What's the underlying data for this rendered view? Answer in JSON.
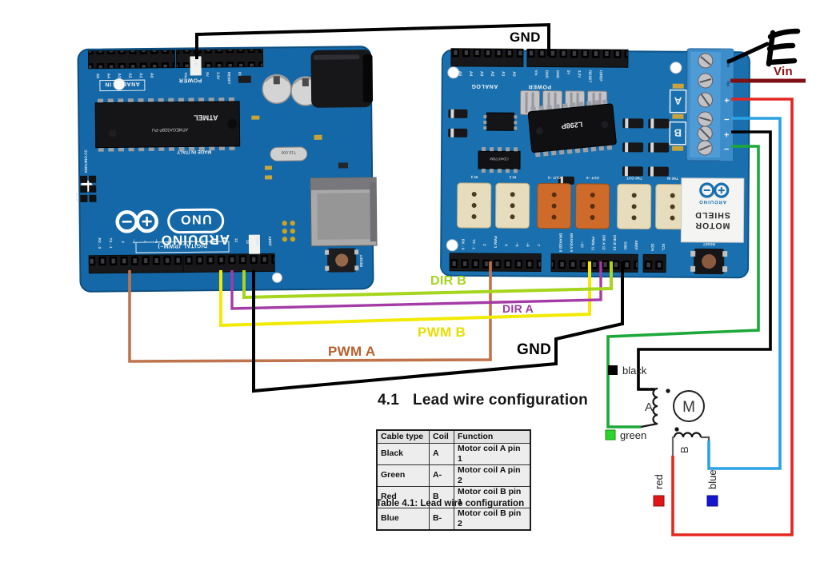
{
  "wire_labels": {
    "gnd_top": {
      "text": "GND",
      "color": "#000000"
    },
    "vin": {
      "text": "Vin",
      "color": "#8a1013"
    },
    "dir_b": {
      "text": "DIR B",
      "color": "#a6d41f"
    },
    "dir_a": {
      "text": "DIR A",
      "color": "#9c3aa0"
    },
    "pwm_b": {
      "text": "PWM B",
      "color": "#e8dd00"
    },
    "pwm_a": {
      "text": "PWM A",
      "color": "#b7602f"
    },
    "gnd_bottom": {
      "text": "GND",
      "color": "#000000"
    }
  },
  "wire_colors": {
    "black": "#000000",
    "vin": "#7d1014",
    "red": "#e52621",
    "blue": "#2aa2e4",
    "green": "#1ca83a",
    "brown": "#c0744e",
    "yellow": "#f2ea00",
    "purple": "#a43ba6",
    "chartreuse": "#a5d51d"
  },
  "uno": {
    "analog_labels": [
      "A5",
      "A4",
      "A3",
      "A2",
      "A1",
      "A0"
    ],
    "analog_section": "ANALOG IN",
    "power_section": "POWER",
    "power_labels": [
      "Vin",
      "GND",
      "5V",
      "3.3V",
      "RESET",
      "IOREF"
    ],
    "digital_labels": [
      "RX←0",
      "TX→1",
      "2",
      "~3",
      "4",
      "~5",
      "~6",
      "7",
      "8",
      "~9",
      "~10",
      "~11",
      "12",
      "13"
    ],
    "gnd_pin_top": "GND",
    "gnd_pin_bottom": "GND",
    "aref_label": "AREF",
    "digital_section": "DIGITAL (PWM~)",
    "brand": "ARDUINO",
    "model": "UNO",
    "chip_brand": "ATMEL",
    "chip_model": "ATMEGA328P-PU",
    "site": "ARDUINO.CC",
    "made_in": "MADE IN ITALY",
    "icsp": "ICSP",
    "crystal": "T16.000",
    "reset_label": "RESET"
  },
  "shield": {
    "analog_labels": [
      "A5",
      "A4",
      "A3",
      "A2",
      "A1",
      "A0"
    ],
    "analog_section": "ANALOG",
    "power_section": "POWER",
    "power_labels": [
      "Vin",
      "GND",
      "GND",
      "5V",
      "3.3V",
      "RESET",
      "IOREF"
    ],
    "digital_labels": [
      "RX←0",
      "TX→1",
      "2",
      "PWM 3",
      "4",
      "~5",
      "~6",
      "7",
      "BRAKEB 8",
      "BRAKEA 9",
      "~10",
      "PWM 11",
      "DIR A 12",
      "DIR B 13",
      "GND",
      "AREF",
      "SDA",
      "SCL"
    ],
    "connector_labels": [
      "IN 3",
      "IN 2",
      "OUT ~5",
      "OUT ~6",
      "TWI OUT",
      "TWI IN"
    ],
    "terminal_labels": [
      "GND",
      "Vin",
      "+",
      "−",
      "+",
      "−"
    ],
    "channel_a": "A",
    "channel_b": "B",
    "chip": "L298P",
    "chip2": "CD4077BM",
    "title_line1": "MOTOR",
    "title_line2": "SHIELD",
    "brand": "ARDUINO",
    "reset_label": "RESET"
  },
  "motor": {
    "m": "M",
    "coil_a": "A",
    "coil_b": "B",
    "legend_black": "black",
    "legend_green": "green",
    "legend_red": "red",
    "legend_blue": "blue",
    "colors": {
      "black": "#000000",
      "green": "#2bd32b",
      "red": "#e01616",
      "blue": "#1515cf"
    }
  },
  "section_heading": {
    "number": "4.1",
    "title": "Lead wire configuration"
  },
  "table": {
    "headers": [
      "Cable type",
      "Coil",
      "Function"
    ],
    "rows": [
      {
        "cable": "Black",
        "coil": "A",
        "function": "Motor coil A pin 1"
      },
      {
        "cable": "Green",
        "coil": "A-",
        "function": "Motor coil A pin 2"
      },
      {
        "cable": "Red",
        "coil": "B",
        "function": "Motor coil B pin 1"
      },
      {
        "cable": "Blue",
        "coil": "B-",
        "function": "Motor coil B pin 2"
      }
    ],
    "caption": "Table 4.1: Lead wire configuration"
  }
}
